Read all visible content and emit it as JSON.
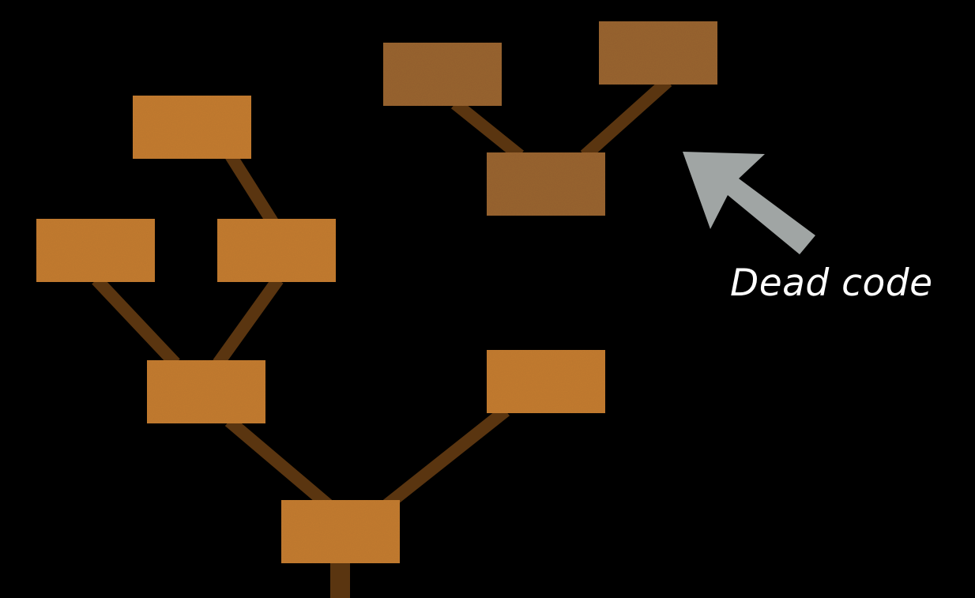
{
  "colors": {
    "background": "#000000",
    "live_node": "#c47d33",
    "dead_node": "#9a6530",
    "branch": "#5a3510",
    "arrow": "#a0a5a4",
    "caption": "#ffffff"
  },
  "tree": {
    "nodes": [
      {
        "id": "root",
        "status": "live"
      },
      {
        "id": "left-mid",
        "status": "live"
      },
      {
        "id": "right-leaf",
        "status": "live"
      },
      {
        "id": "far-left-leaf",
        "status": "live"
      },
      {
        "id": "center-left",
        "status": "live"
      },
      {
        "id": "top-left-leaf",
        "status": "live"
      },
      {
        "id": "dead-center",
        "status": "dead"
      },
      {
        "id": "dead-left-leaf",
        "status": "dead"
      },
      {
        "id": "dead-right-leaf",
        "status": "dead"
      }
    ],
    "edges": [
      {
        "from": "root",
        "to": "left-mid"
      },
      {
        "from": "root",
        "to": "right-leaf"
      },
      {
        "from": "left-mid",
        "to": "far-left-leaf"
      },
      {
        "from": "left-mid",
        "to": "center-left"
      },
      {
        "from": "center-left",
        "to": "top-left-leaf"
      },
      {
        "from": "dead-center",
        "to": "dead-left-leaf"
      },
      {
        "from": "dead-center",
        "to": "dead-right-leaf"
      }
    ]
  },
  "annotation": {
    "label": "Dead code",
    "icon": "arrow-icon",
    "points_to": "dead-center"
  }
}
